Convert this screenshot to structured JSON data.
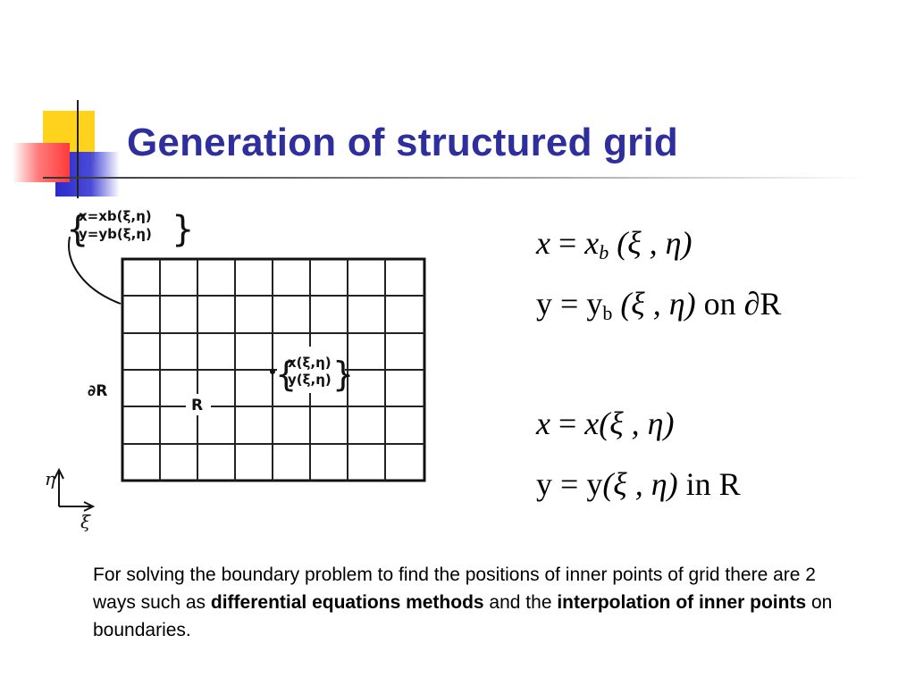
{
  "slide": {
    "title": "Generation of structured grid"
  },
  "figure": {
    "boundary_eq_x": "x=xb(ξ,η)",
    "boundary_eq_y": "y=yb(ξ,η)",
    "interior_eq_x": "x(ξ,η)",
    "interior_eq_y": "y(ξ,η)",
    "boundary_label": "∂R",
    "region_label": "R",
    "axis_eta": "η",
    "axis_xi": "ξ"
  },
  "equations": {
    "eq1": {
      "lhs": "x",
      "eq": " = ",
      "fn": "x",
      "sub": "b",
      "args": " (ξ , η)"
    },
    "eq2": {
      "lhs": "y",
      "eq": " = ",
      "fn": "y",
      "sub": "b",
      "args": " (ξ , η)",
      "suffix": " on ∂R"
    },
    "eq3": {
      "lhs": "x",
      "eq": " = ",
      "fn": "x",
      "args": "(ξ , η)"
    },
    "eq4": {
      "lhs": "y",
      "eq": " = ",
      "fn": "y",
      "args": "(ξ , η)",
      "suffix": " in R"
    }
  },
  "caption": {
    "part1": "For solving the boundary problem to find the positions of inner points of grid there are 2 ways such as ",
    "bold1": "differential equations methods",
    "part2": " and the ",
    "bold2": "interpolation of inner points",
    "part3": " on boundaries."
  }
}
